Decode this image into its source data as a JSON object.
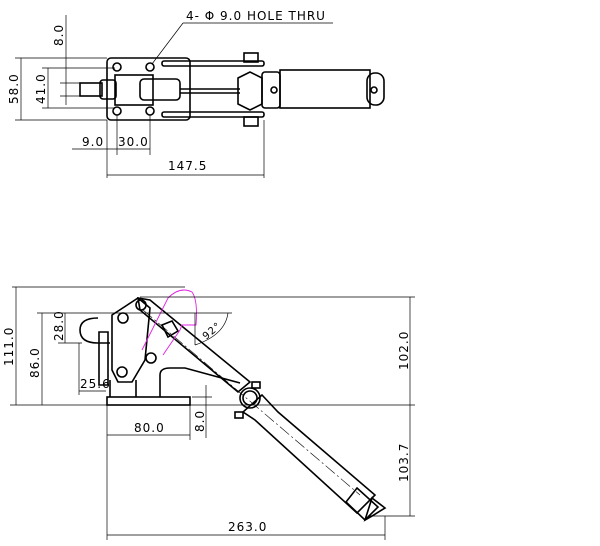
{
  "top_view": {
    "hole_note": "4- Φ 9.0 HOLE THRU",
    "dims": {
      "width_total": "58.0",
      "hole_spacing": "41.0",
      "rod_width": "8.0",
      "edge_offset": "9.0",
      "hole_pitch": "30.0",
      "length": "147.5"
    }
  },
  "side_view": {
    "dims": {
      "height_total": "111.0",
      "height_pivot": "86.0",
      "spindle_offset": "28.0",
      "spindle_reach": "25.6",
      "base_length": "80.0",
      "base_thickness": "8.0",
      "angle": "92°",
      "height_right": "102.0",
      "drop_below_base": "103.7",
      "overall_length": "263.0"
    }
  }
}
